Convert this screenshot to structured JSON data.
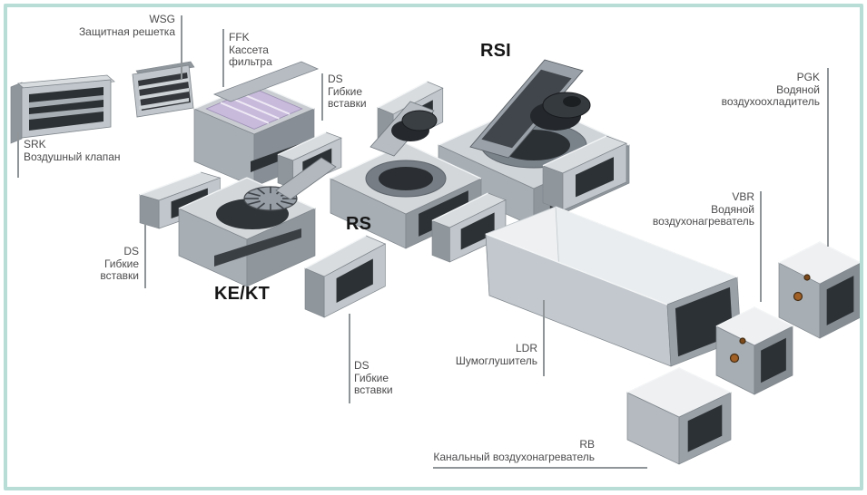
{
  "page": {
    "background": "#ffffff",
    "border_color": "#b7ddd6",
    "description_language": "ru"
  },
  "labels": {
    "wsg": {
      "code": "WSG",
      "name": "Защитная решетка"
    },
    "srk": {
      "code": "SRK",
      "name": "Воздушный клапан"
    },
    "ffk": {
      "code": "FFK",
      "name_line1": "Кассета",
      "name_line2": "фильтра"
    },
    "ds": {
      "code": "DS",
      "name_line1": "Гибкие",
      "name_line2": "вставки"
    },
    "pgk": {
      "code": "PGK",
      "name_line1": "Водяной",
      "name_line2": "воздухоохладитель"
    },
    "vbr": {
      "code": "VBR",
      "name_line1": "Водяной",
      "name_line2": "воздухонагреватель"
    },
    "ldr": {
      "code": "LDR",
      "name": "Шумоглушитель"
    },
    "rb": {
      "code": "RB",
      "name": "Канальный воздухонагреватель"
    }
  },
  "product_titles": {
    "rsi": "RSI",
    "rs": "RS",
    "kekt": "KE/KT"
  },
  "colors": {
    "label_text": "#4b4b4d",
    "title_text": "#161616",
    "leader_line": "#8f9598",
    "metal_light": "#d6dadd",
    "metal_mid": "#c0c6cb",
    "metal_dark": "#8b9197",
    "duct_opening": "#2c3135",
    "insulation_top": "#eef0f2",
    "filter_media": "#c7badb",
    "brass_fitting": "#a06026"
  }
}
